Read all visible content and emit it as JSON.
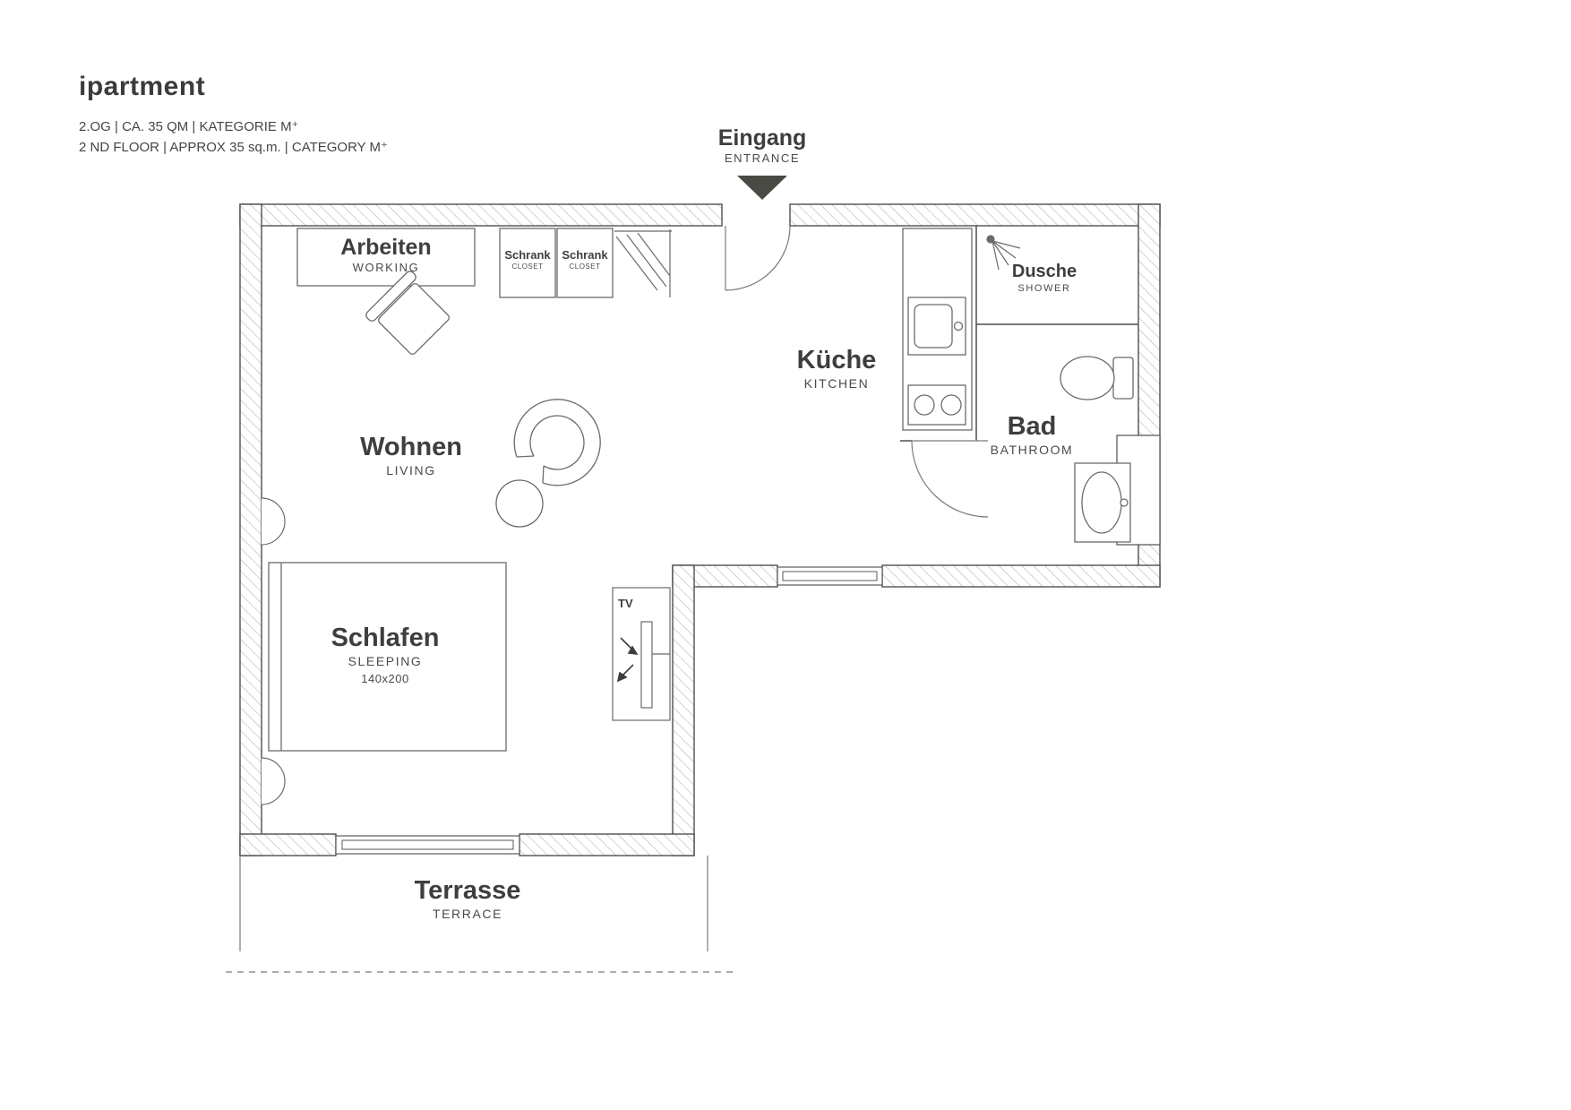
{
  "header": {
    "title": "ipartment",
    "line1": "2.OG | CA. 35 QM | KATEGORIE M⁺",
    "line2": "2 ND FLOOR | APPROX 35 sq.m. | CATEGORY M⁺"
  },
  "entrance": {
    "de": "Eingang",
    "en": "ENTRANCE"
  },
  "rooms": {
    "working": {
      "de": "Arbeiten",
      "en": "WORKING"
    },
    "closet_a": {
      "de": "Schrank",
      "en": "CLOSET"
    },
    "closet_b": {
      "de": "Schrank",
      "en": "CLOSET"
    },
    "kitchen": {
      "de": "Küche",
      "en": "KITCHEN"
    },
    "shower": {
      "de": "Dusche",
      "en": "SHOWER"
    },
    "bath": {
      "de": "Bad",
      "en": "BATHROOM"
    },
    "living": {
      "de": "Wohnen",
      "en": "LIVING"
    },
    "sleeping": {
      "de": "Schlafen",
      "en": "SLEEPING",
      "dim": "140x200"
    },
    "terrace": {
      "de": "Terrasse",
      "en": "TERRACE"
    }
  },
  "furniture": {
    "tv": "TV"
  },
  "colors": {
    "text": "#3e3e3e",
    "wall_line": "#4f4f4f",
    "furniture_line": "#6b6b6b",
    "hatch": "#b0b0b0",
    "entrance_arrow": "#4a4a44"
  }
}
